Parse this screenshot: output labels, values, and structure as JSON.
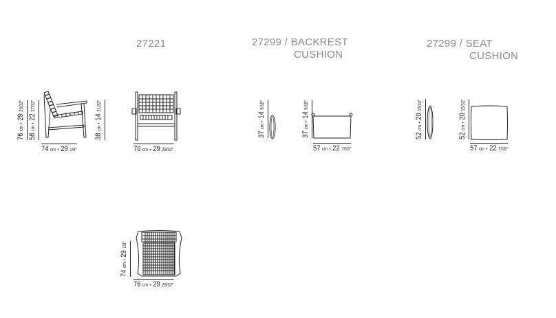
{
  "titles": {
    "armchair": "27221",
    "backrest_line1": "27299 / BACKREST",
    "backrest_line2": "CUSHION",
    "seat_line1": "27299 / SEAT",
    "seat_line2": "CUSHION"
  },
  "armchair": {
    "side_view": {
      "height_total": {
        "cm": "76",
        "unit": "cm",
        "sep": "•",
        "in": "29",
        "frac": "29/32\""
      },
      "height_arm": {
        "cm": "58",
        "unit": "cm",
        "sep": "•",
        "in": "22",
        "frac": "27/32\""
      },
      "height_seat": {
        "cm": "38",
        "unit": "cm",
        "sep": "•",
        "in": "14",
        "frac": "31/32\""
      },
      "depth": {
        "cm": "74",
        "unit": "cm",
        "sep": "•",
        "in": "29",
        "frac": "1/8\""
      }
    },
    "front_view": {
      "width": {
        "cm": "76",
        "unit": "cm",
        "sep": "•",
        "in": "29",
        "frac": "29/32\""
      }
    },
    "top_view": {
      "depth": {
        "cm": "74",
        "unit": "cm",
        "sep": "•",
        "in": "29",
        "frac": "1/8\""
      },
      "width": {
        "cm": "76",
        "unit": "cm",
        "sep": "•",
        "in": "29",
        "frac": "29/32\""
      }
    }
  },
  "backrest_cushion": {
    "side_height": {
      "cm": "37",
      "unit": "cm",
      "sep": "•",
      "in": "14",
      "frac": "9/16\""
    },
    "front_height": {
      "cm": "37",
      "unit": "cm",
      "sep": "•",
      "in": "14",
      "frac": "9/16\""
    },
    "width": {
      "cm": "57",
      "unit": "cm",
      "sep": "•",
      "in": "22",
      "frac": "7/16\""
    }
  },
  "seat_cushion": {
    "side_height": {
      "cm": "52",
      "unit": "cm",
      "sep": "•",
      "in": "20",
      "frac": "15/32\""
    },
    "front_height": {
      "cm": "52",
      "unit": "cm",
      "sep": "•",
      "in": "20",
      "frac": "15/32\""
    },
    "width": {
      "cm": "57",
      "unit": "cm",
      "sep": "•",
      "in": "22",
      "frac": "7/16\""
    }
  }
}
